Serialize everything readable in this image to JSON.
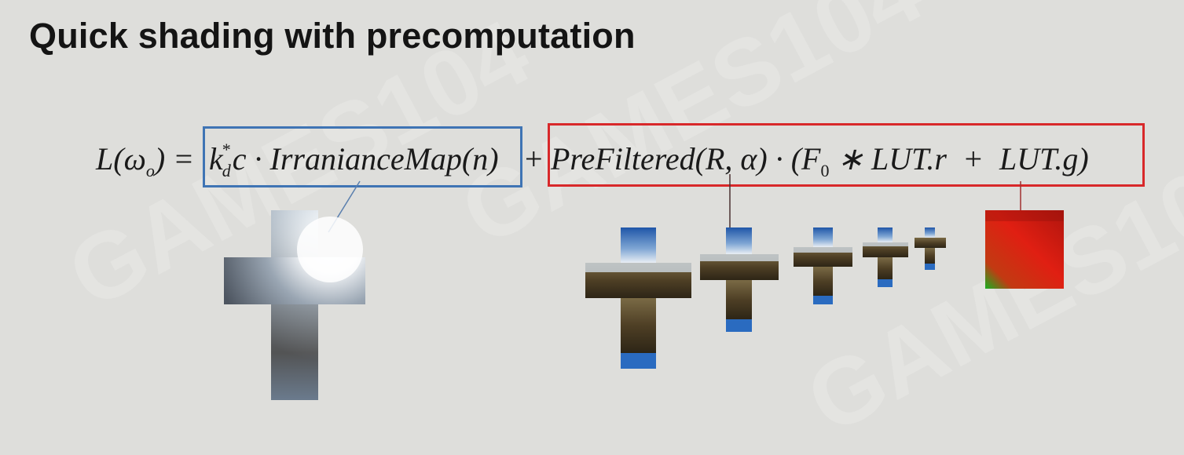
{
  "slide": {
    "title": "Quick shading with precomputation",
    "watermark": "GAMES104",
    "equation": {
      "lhs": "L(ωo) =",
      "irradiance_term": "k*d c · IrranianceMap(n)",
      "plus": "+",
      "prefiltered_term": "PreFiltered(R, α) · (F0 * LUT.r + LUT.g)"
    },
    "colors": {
      "blue_box": "#3f74b4",
      "red_box": "#d8282a",
      "background": "#dededb"
    },
    "images": {
      "irradiance_map": "blurred-cubemap-cross",
      "prefiltered_mips": [
        "cubemap-mip-0",
        "cubemap-mip-1",
        "cubemap-mip-2",
        "cubemap-mip-3",
        "cubemap-mip-4"
      ],
      "lut": "brdf-lut-texture"
    }
  }
}
